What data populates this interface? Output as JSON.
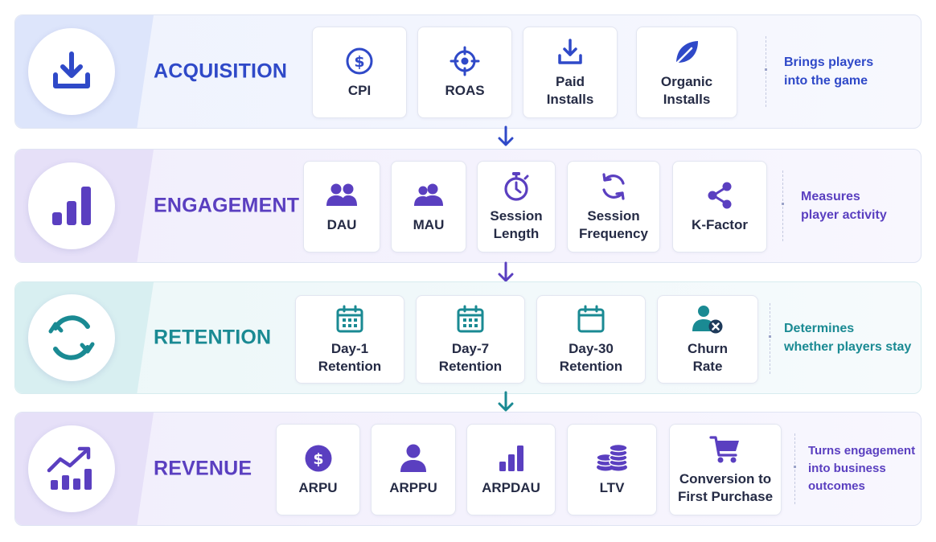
{
  "stages": {
    "acquisition": {
      "title": "ACQUISITION",
      "icon": "download-tray-icon",
      "accent": "#2f49c8",
      "metrics": [
        {
          "label": "CPI",
          "icon": "dollar-circle-icon"
        },
        {
          "label": "ROAS",
          "icon": "target-icon"
        },
        {
          "label": "Paid\nInstalls",
          "icon": "download-icon"
        },
        {
          "label": "Organic\nInstalls",
          "icon": "leaf-icon"
        }
      ],
      "description": "Brings players\ninto the game"
    },
    "engagement": {
      "title": "ENGAGEMENT",
      "icon": "bar-chart-icon",
      "accent": "#5a3fc0",
      "metrics": [
        {
          "label": "DAU",
          "icon": "users-icon"
        },
        {
          "label": "MAU",
          "icon": "users-icon"
        },
        {
          "label": "Session\nLength",
          "icon": "stopwatch-icon"
        },
        {
          "label": "Session\nFrequency",
          "icon": "refresh-icon"
        },
        {
          "label": "K-Factor",
          "icon": "share-icon"
        }
      ],
      "description": "Measures\nplayer activity"
    },
    "retention": {
      "title": "RETENTION",
      "icon": "cycle-arrows-icon",
      "accent": "#1a8a93",
      "metrics": [
        {
          "label": "Day-1\nRetention",
          "icon": "calendar-icon"
        },
        {
          "label": "Day-7\nRetention",
          "icon": "calendar-icon"
        },
        {
          "label": "Day-30\nRetention",
          "icon": "calendar-icon"
        },
        {
          "label": "Churn\nRate",
          "icon": "user-remove-icon"
        }
      ],
      "description": "Determines\nwhether players stay"
    },
    "revenue": {
      "title": "REVENUE",
      "icon": "growth-chart-icon",
      "accent": "#5a3fc0",
      "metrics": [
        {
          "label": "ARPU",
          "icon": "dollar-circle-icon"
        },
        {
          "label": "ARPPU",
          "icon": "user-icon"
        },
        {
          "label": "ARPDAU",
          "icon": "bar-chart-icon"
        },
        {
          "label": "LTV",
          "icon": "coins-icon"
        },
        {
          "label": "Conversion to\nFirst Purchase",
          "icon": "cart-icon"
        }
      ],
      "description": "Turns engagement\ninto business\noutcomes"
    }
  }
}
